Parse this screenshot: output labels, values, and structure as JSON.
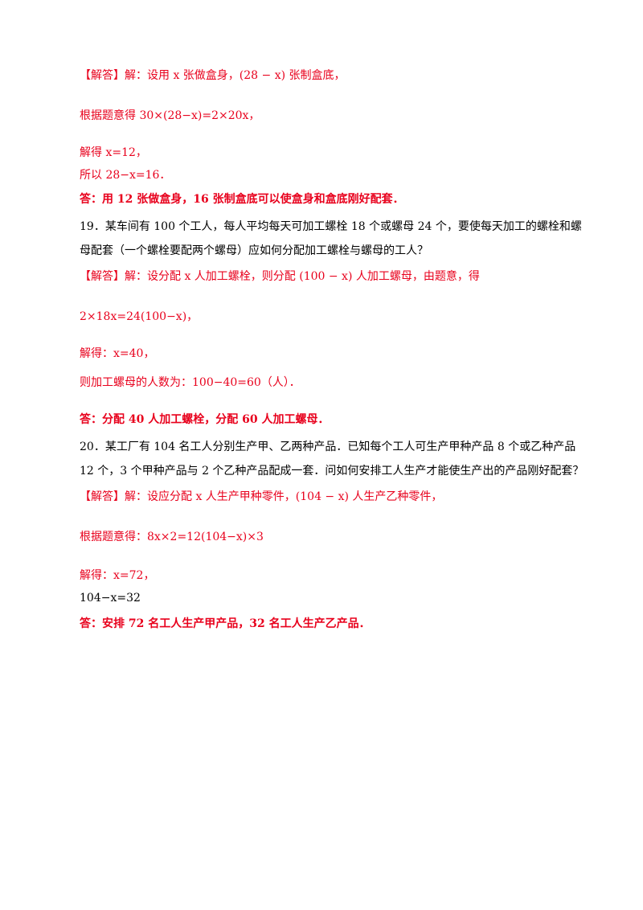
{
  "q18": {
    "line1": "【解答】解：设用 x 张做盒身，(28 − x) 张制盒底，",
    "line2": "根据题意得 30×(28−x)=2×20x，",
    "line3": "解得 x=12，",
    "line4": "所以 28−x=16．",
    "line5": "答：用 12 张做盒身，16 张制盒底可以使盒身和盒底刚好配套．"
  },
  "q19": {
    "question1": "19．某车间有 100 个工人，每人平均每天可加工螺栓 18 个或螺母 24 个，要使每天加工的螺栓和螺",
    "question2": "母配套（一个螺栓要配两个螺母）应如何分配加工螺栓与螺母的工人？",
    "line1": "【解答】解：设分配 x 人加工螺栓，则分配 (100 − x) 人加工螺母，由题意，得",
    "line2": "2×18x=24(100−x)，",
    "line3": "解得：x=40，",
    "line4": "则加工螺母的人数为：100−40=60（人）．",
    "line5": "答：分配 40 人加工螺栓，分配 60 人加工螺母．"
  },
  "q20": {
    "question1": "20．某工厂有 104 名工人分别生产甲、乙两种产品．已知每个工人可生产甲种产品 8 个或乙种产品",
    "question2": "12 个，3 个甲种产品与 2 个乙种产品配成一套．问如何安排工人生产才能使生产出的产品刚好配套？",
    "line1": "【解答】解：设应分配 x 人生产甲种零件，(104 − x) 人生产乙种零件，",
    "line2": "根据题意得：8x×2=12(104−x)×3",
    "line3": "解得：x=72，",
    "line4": "104−x=32",
    "line5": "答：安排 72 名工人生产甲产品，32 名工人生产乙产品．"
  },
  "colors": {
    "answer": "#e8001c",
    "text": "#000000"
  }
}
